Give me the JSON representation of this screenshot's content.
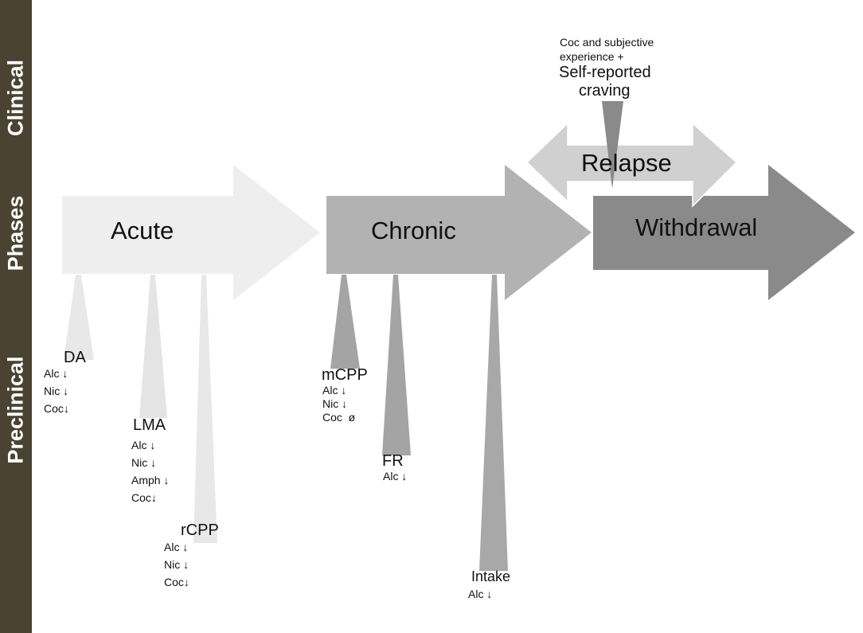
{
  "sidebar": {
    "labels": {
      "clinical": "Clinical",
      "phases": "Phases",
      "preclinical": "Preclinical"
    }
  },
  "phases": {
    "acute": "Acute",
    "chronic": "Chronic",
    "withdrawal": "Withdrawal",
    "relapse": "Relapse"
  },
  "clinical": {
    "line1": "Coc and subjective",
    "line2": "experience +",
    "line3": "Self-reported",
    "line4": "craving"
  },
  "measures": {
    "da": {
      "title": "DA",
      "rows": [
        "Alc ↓",
        "Nic ↓",
        "Coc↓"
      ]
    },
    "lma": {
      "title": "LMA",
      "rows": [
        "Alc ↓",
        "Nic ↓",
        "Amph ↓",
        "Coc↓"
      ]
    },
    "rcpp": {
      "title": "rCPP",
      "rows": [
        "Alc ↓",
        "Nic ↓",
        "Coc↓"
      ]
    },
    "mcpp": {
      "title": "mCPP",
      "rows": [
        "Alc ↓",
        "Nic ↓",
        "Coc  ø"
      ]
    },
    "fr": {
      "title": "FR",
      "rows": [
        "Alc ↓"
      ]
    },
    "intake": {
      "title": "Intake",
      "rows": [
        "Alc ↓"
      ]
    }
  },
  "colors": {
    "sidebar": "#4a4332",
    "acute": "#eeeeee",
    "chronic": "#b2b2b2",
    "withdrawal": "#8a8a8a",
    "relapse": "#d0d0d0",
    "craving_wedge": "#8a8a8a"
  }
}
